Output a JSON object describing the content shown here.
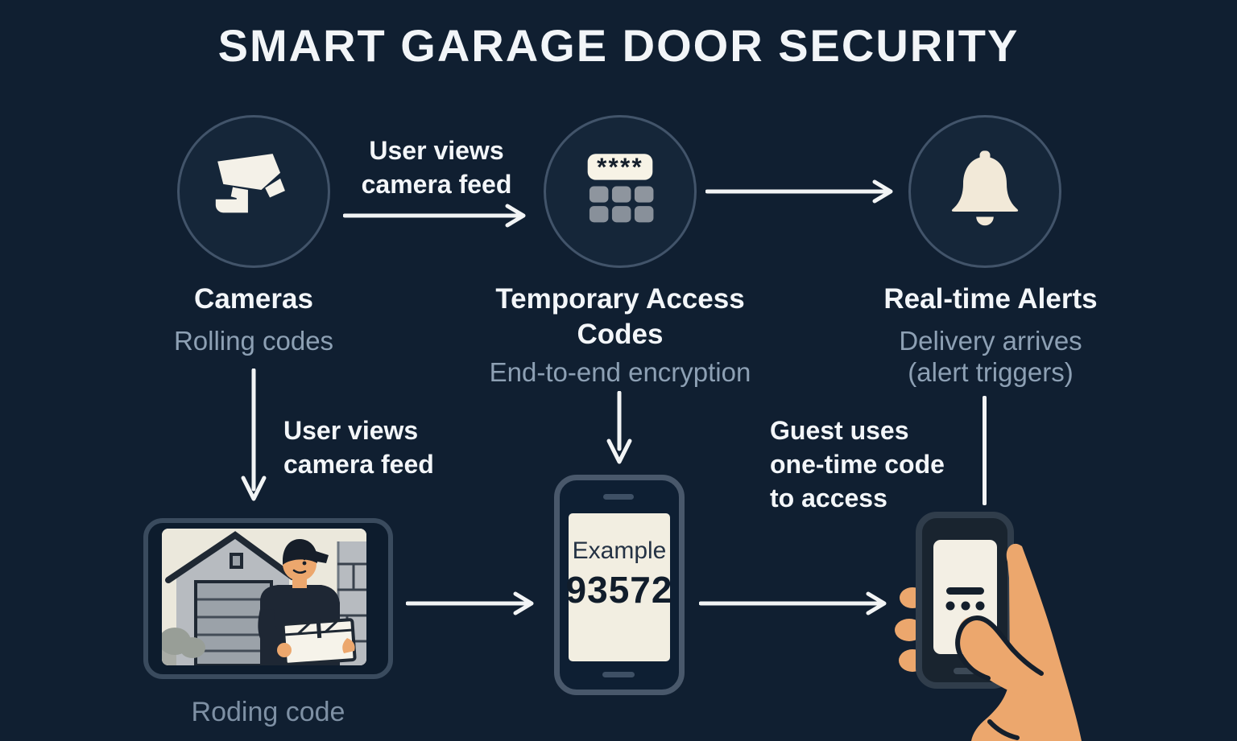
{
  "title": "SMART GARAGE DOOR SECURITY",
  "nodes": {
    "cameras": {
      "icon": "cctv-camera-icon",
      "label": "Cameras",
      "sublabel": "Rolling codes"
    },
    "codes": {
      "icon": "keypad-icon",
      "display": "****",
      "label_line1": "Temporary Access",
      "label_line2": "Codes",
      "sublabel": "End-to-end encryption"
    },
    "alerts": {
      "icon": "bell-icon",
      "label": "Real-time Alerts",
      "sublabel_line1": "Delivery arrives",
      "sublabel_line2": "(alert triggers)"
    }
  },
  "edges": {
    "cameras_to_codes": {
      "label_line1": "User views",
      "label_line2": "camera feed"
    },
    "cameras_to_feed": {
      "label_line1": "User views",
      "label_line2": "camera feed"
    },
    "phone_to_guest": {
      "label_line1": "Guest uses",
      "label_line2": "one-time code",
      "label_line3": "to access"
    }
  },
  "feed": {
    "caption": "Roding code"
  },
  "phone": {
    "header": "Example",
    "code": "93572"
  },
  "colors": {
    "background": "#101f31",
    "circle_border": "#42546a",
    "text_primary": "#f3f6f9",
    "text_secondary": "#8da0b4",
    "icon_cream": "#f2ead9",
    "screen_cream": "#f2eee1",
    "hand_skin": "#eca76d",
    "arrow_white": "#f2f4f5"
  }
}
